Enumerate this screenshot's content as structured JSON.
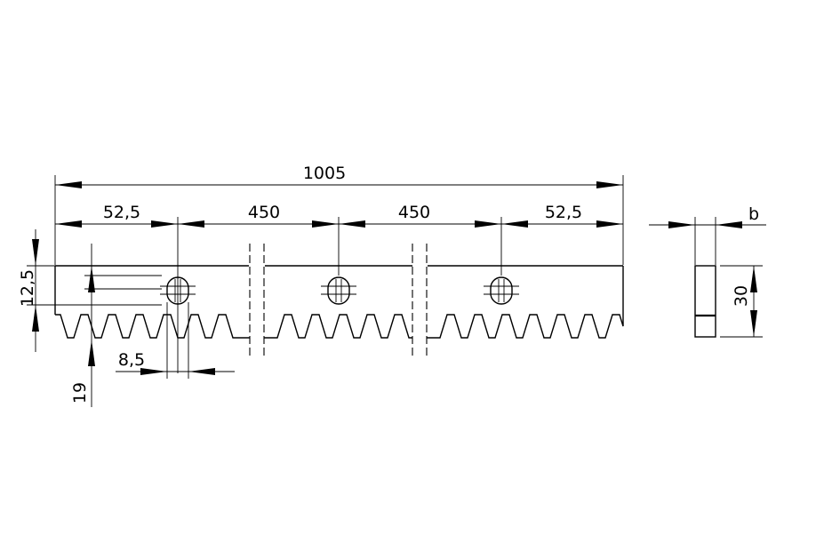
{
  "dimensions": {
    "overall_length": "1005",
    "end_offset_left": "52,5",
    "hole_spacing_1": "450",
    "hole_spacing_2": "450",
    "end_offset_right": "52,5",
    "hole_center_height": "12,5",
    "slot_width": "8,5",
    "tooth_height": "19",
    "rack_height": "30",
    "rack_width_symbol": "b"
  }
}
